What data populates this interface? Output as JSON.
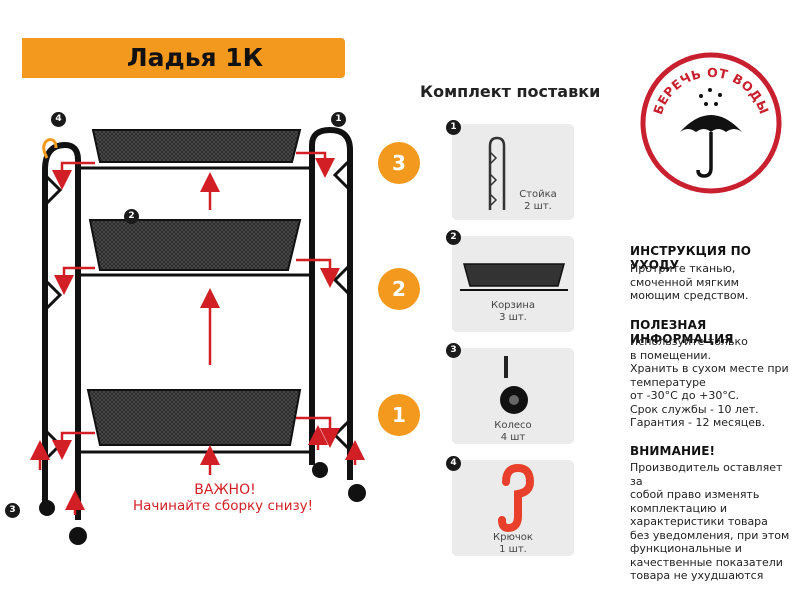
{
  "header": {
    "title": "Ладья 1К"
  },
  "kit": {
    "title": "Комплект поставки",
    "items": [
      {
        "num": "1",
        "name": "Стойка",
        "qty": "2 шт."
      },
      {
        "num": "2",
        "name": "Корзина",
        "qty": "3 шт."
      },
      {
        "num": "3",
        "name": "Колесо",
        "qty": "4 шт"
      },
      {
        "num": "4",
        "name": "Крючок",
        "qty": "1 шт."
      }
    ]
  },
  "badge": {
    "text": "БЕРЕЧЬ ОТ ВОДЫ",
    "color": "#c8202e"
  },
  "steps": [
    "3",
    "2",
    "1"
  ],
  "diagram": {
    "labels": [
      "4",
      "1",
      "2",
      "3"
    ]
  },
  "warning": {
    "line1": "ВАЖНО!",
    "line2": "Начинайте сборку снизу!",
    "color": "#d21f26"
  },
  "care": {
    "title": "ИНСТРУКЦИЯ ПО УХОДУ",
    "lines": [
      "Протрите тканью,",
      "смоченной мягким",
      "моющим средством."
    ]
  },
  "info": {
    "title": "ПОЛЕЗНАЯ ИНФОРМАЦИЯ",
    "lines": [
      "Используйте только",
      "в помещении.",
      "Хранить в сухом месте при",
      "температуре",
      "от -30°С до +30°С.",
      "Срок службы - 10 лет.",
      "Гарантия - 12 месяцев."
    ]
  },
  "attention": {
    "title": "ВНИМАНИЕ!",
    "lines": [
      "Производитель оставляет за",
      "собой право изменять",
      "комплектацию и",
      "характеристики товара",
      "без уведомления, при этом",
      "функциональные и",
      "качественные показатели",
      "товара не ухудшаются"
    ]
  },
  "accent_color": "#f39a1e"
}
